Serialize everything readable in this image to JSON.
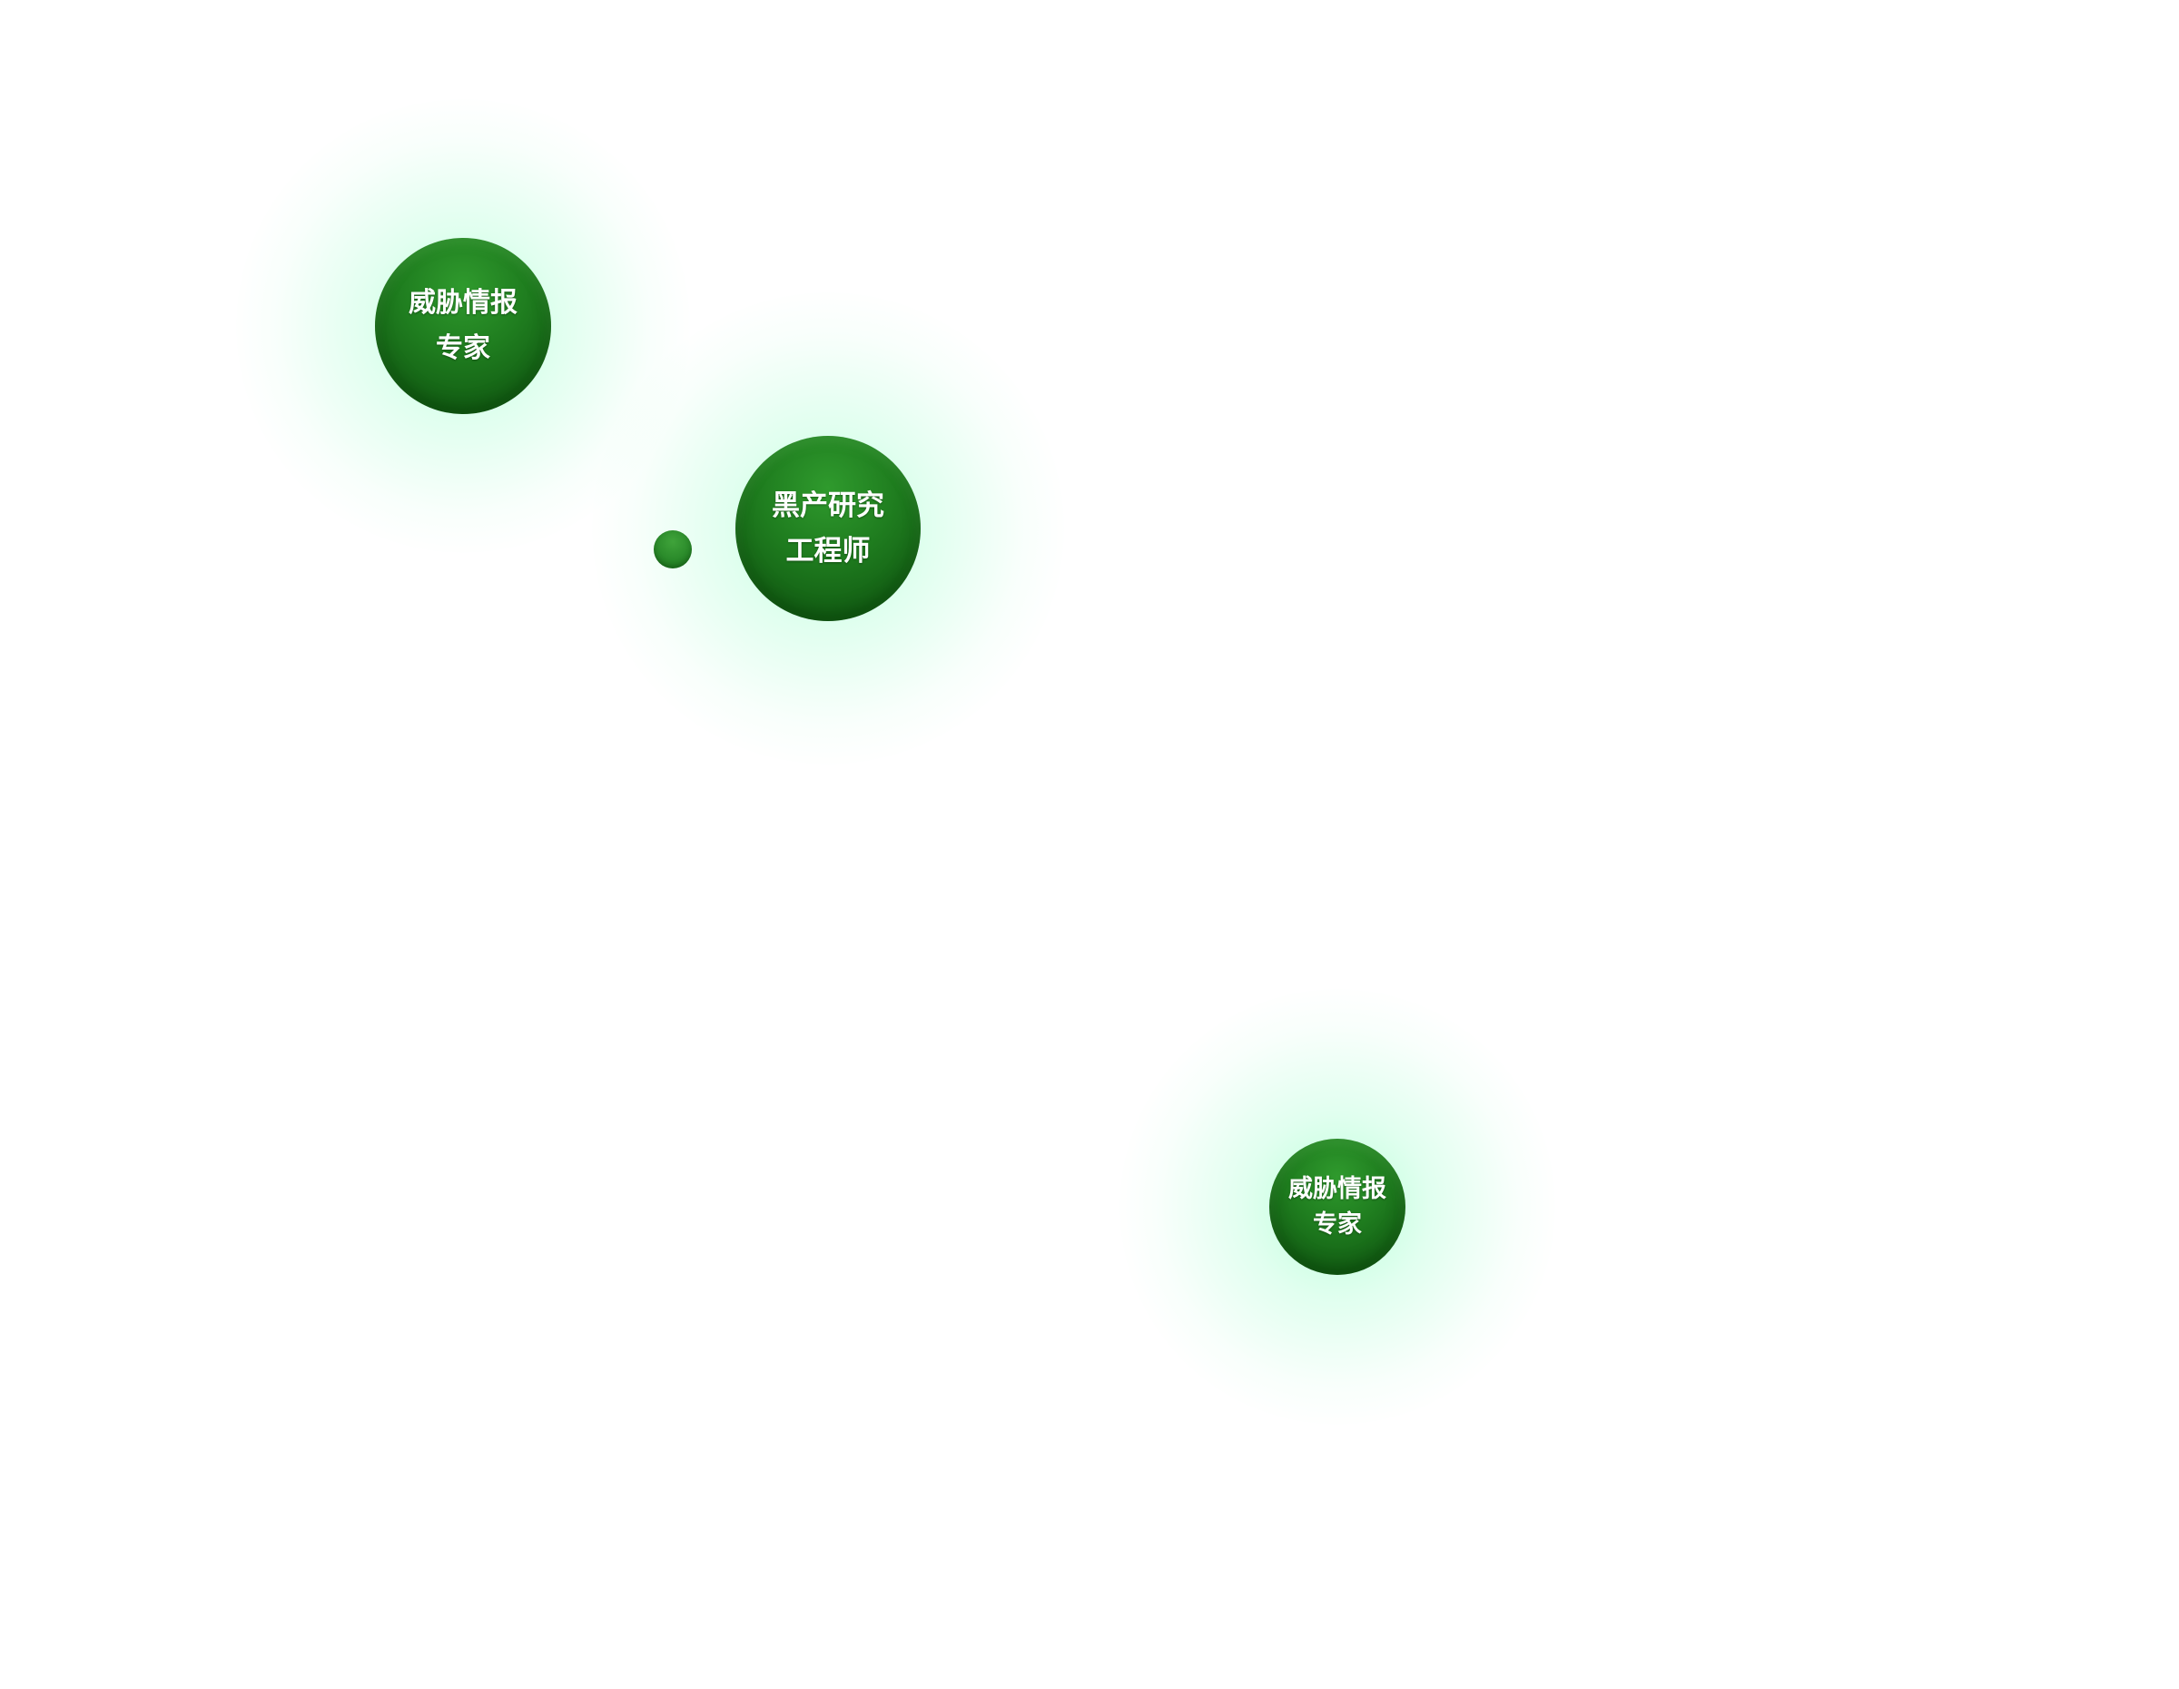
{
  "bubbles": [
    {
      "line1": "威胁情报",
      "line2": "专家"
    },
    {
      "line1": "黑产研究",
      "line2": "工程师"
    },
    {
      "line1": "威胁情报",
      "line2": "专家"
    }
  ],
  "colors": {
    "bubble_light": "#2f9a2d",
    "bubble_dark": "#0e5210",
    "glow": "#82ffb9",
    "text": "#ffffff"
  }
}
